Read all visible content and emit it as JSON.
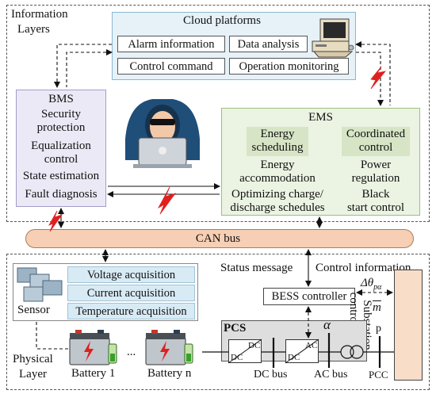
{
  "info_layer": {
    "line1": "Information",
    "line2": "Layers"
  },
  "cloud": {
    "title": "Cloud platforms",
    "items": [
      "Alarm information",
      "Data analysis",
      "Control command",
      "Operation monitoring"
    ]
  },
  "bms": {
    "title": "BMS",
    "items": [
      "Security",
      "protection",
      "Equalization",
      "control",
      "State estimation",
      "Fault diagnosis"
    ]
  },
  "ems": {
    "title": "EMS",
    "energy_scheduling": [
      "Energy",
      "scheduling"
    ],
    "coordinated_control": [
      "Coordinated",
      "control"
    ],
    "left_items": [
      "Energy",
      "accommodation",
      "Optimizing charge/",
      "discharge schedules"
    ],
    "right_items": [
      "Power",
      "regulation",
      "Black",
      "start control"
    ]
  },
  "can_bus": "CAN bus",
  "physical": {
    "layer_label": [
      "Physical",
      "Layer"
    ],
    "sensor": "Sensor",
    "acquisitions": [
      "Voltage acquisition",
      "Current acquisition",
      "Temperature acquisition"
    ],
    "status_message": "Status message",
    "control_information": "Control information",
    "bess_controller": "BESS controller",
    "delta_theta": "Δθ",
    "delta_theta_sub": "pα",
    "m_bar": "m",
    "substation": [
      "Substation",
      "control center"
    ],
    "pcs": "PCS",
    "dc_dc": [
      "DC",
      "DC"
    ],
    "ac_dc": [
      "AC",
      "DC"
    ],
    "alpha": "α",
    "p": "p",
    "dc_bus": "DC bus",
    "ac_bus": "AC bus",
    "pcc": "PCC",
    "battery1": "Battery 1",
    "batteryn": "Battery n",
    "ellipsis": "..."
  },
  "colors": {
    "cloud_bg": "#e6f1f8",
    "cloud_border": "#8ab8d4",
    "bms_bg": "#ece9f6",
    "bms_border": "#a59cc9",
    "ems_bg": "#ebf3e2",
    "ems_border": "#9cbf80",
    "ems_tag": "#d7e5c6",
    "can_bus": "#f6cfb4",
    "pcs_bg": "#dedede",
    "substation_bg": "#f8ddc8",
    "bolt": "#e02020"
  }
}
